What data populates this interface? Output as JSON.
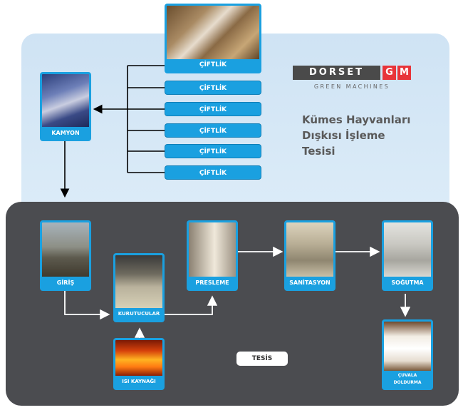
{
  "top_section": {
    "farms": [
      "ÇİFTLİK",
      "ÇİFTLİK",
      "ÇİFTLİK",
      "ÇİFTLİK",
      "ÇİFTLİK",
      "ÇİFTLİK"
    ],
    "truck_label": "KAMYON"
  },
  "logo": {
    "word": "DORSET",
    "letters": [
      "G",
      "M"
    ],
    "tagline": "GREEN MACHINES"
  },
  "title": {
    "line1": "Kümes Hayvanları",
    "line2": "Dışkısı İşleme",
    "line3": "Tesisi"
  },
  "process": {
    "giris": "GİRİŞ",
    "kurutucular": "KURUTUCULAR",
    "isi_kaynagi": "ISI KAYNAĞI",
    "presleme": "PRESLEME",
    "sanitasyon": "SANİTASYON",
    "sogutma": "SOĞUTMA",
    "cuvala_line1": "ÇUVALA",
    "cuvala_line2": "DOLDURMA",
    "tesis": "TESİS"
  },
  "colors": {
    "accent_blue": "#1aa0e0",
    "logo_red": "#e8343a",
    "panel_dark": "#4b4c50",
    "panel_light": "#d6e8f6"
  }
}
